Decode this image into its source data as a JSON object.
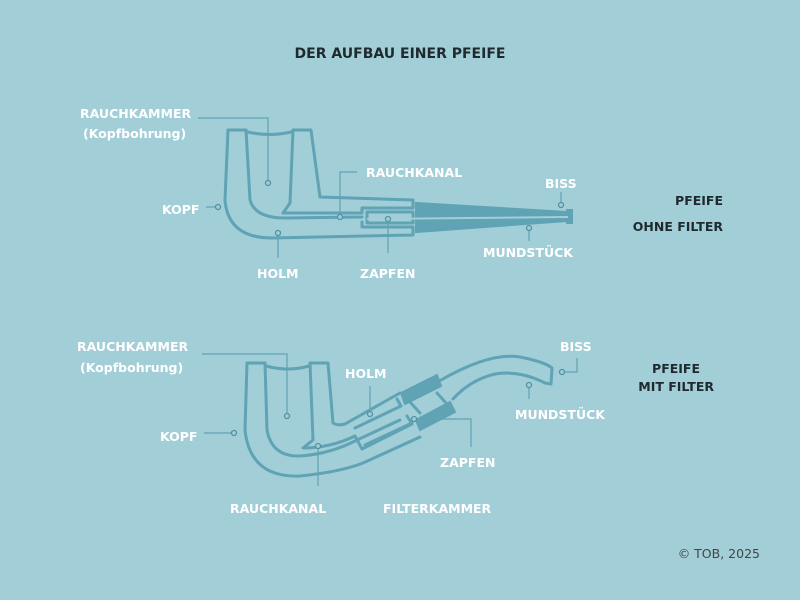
{
  "title": "DER AUFBAU EINER PFEIFE",
  "pipe_without_filter": {
    "heading_line1": "PFEIFE",
    "heading_line2": "OHNE FILTER",
    "labels": {
      "rauchkammer": "RAUCHKAMMER",
      "kopfbohrung": "(Kopfbohrung)",
      "kopf": "KOPF",
      "rauchkanal": "RAUCHKANAL",
      "biss": "BISS",
      "mundstueck": "MUNDSTÜCK",
      "holm": "HOLM",
      "zapfen": "ZAPFEN"
    }
  },
  "pipe_with_filter": {
    "heading_line1": "PFEIFE",
    "heading_line2": "MIT FILTER",
    "labels": {
      "rauchkammer": "RAUCHKAMMER",
      "kopfbohrung": "(Kopfbohrung)",
      "kopf": "KOPF",
      "holm": "HOLM",
      "biss": "BISS",
      "mundstueck": "MUNDSTÜCK",
      "zapfen": "ZAPFEN",
      "rauchkanal": "RAUCHKANAL",
      "filterkammer": "FILTERKAMMER"
    }
  },
  "copyright": "© TOB, 2025",
  "colors": {
    "background": "#a2ced8",
    "line": "#5fa3b5",
    "label": "#ffffff",
    "heading": "#1f2a2e"
  }
}
